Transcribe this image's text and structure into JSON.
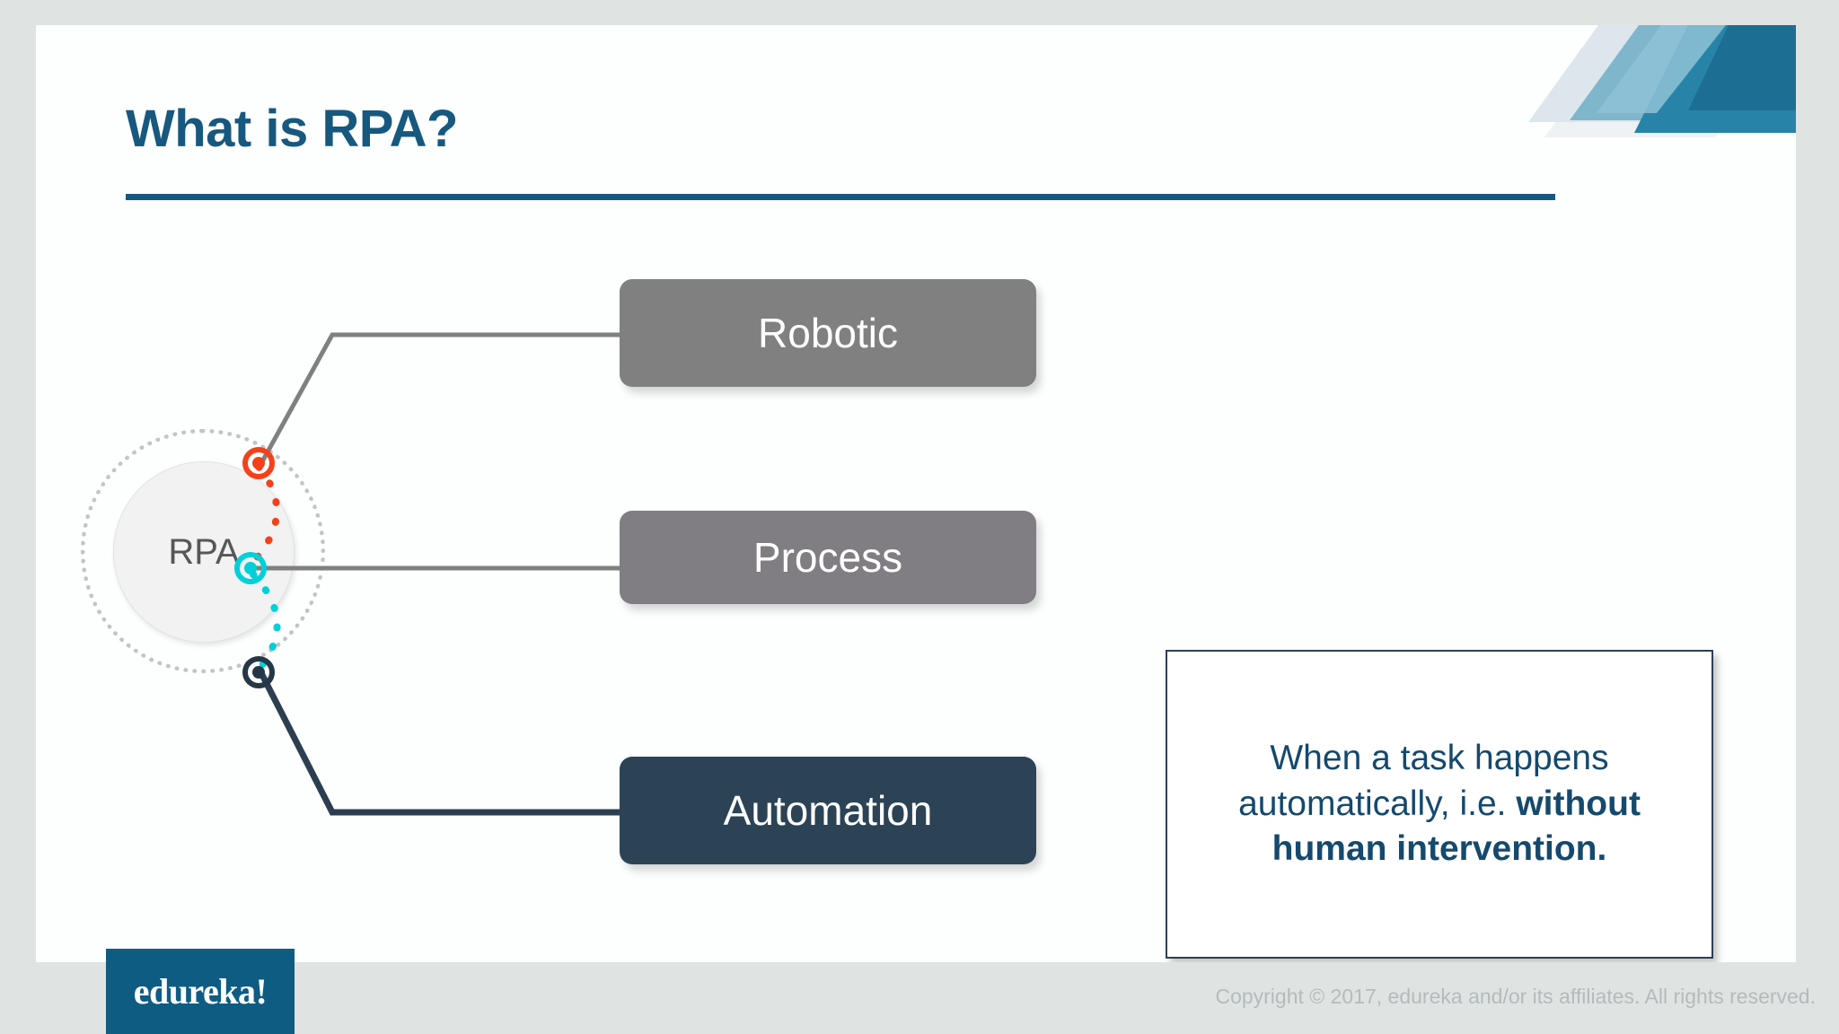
{
  "slide": {
    "title": "What is RPA?",
    "hub": {
      "label": "RPA"
    },
    "pillars": [
      {
        "label": "Robotic",
        "color": "#808080",
        "marker_color": "#f5411a"
      },
      {
        "label": "Process",
        "color": "#807e82",
        "marker_color": "#00d0d8"
      },
      {
        "label": "Automation",
        "color": "#2c4356",
        "marker_color": "#253746"
      }
    ],
    "callout": {
      "text_plain": "When a task happens automatically, i.e. ",
      "text_bold": "without human intervention."
    }
  },
  "footer": {
    "logo": "edureka!",
    "copyright": "Copyright © 2017, edureka and/or its affiliates. All rights reserved."
  },
  "colors": {
    "accent_blue": "#17587f",
    "brand_blue": "#0f5c83",
    "navy": "#2c4356",
    "orange": "#f5411a",
    "cyan": "#00d0d8",
    "gray": "#808080",
    "page_bg": "#dfe4e3"
  }
}
